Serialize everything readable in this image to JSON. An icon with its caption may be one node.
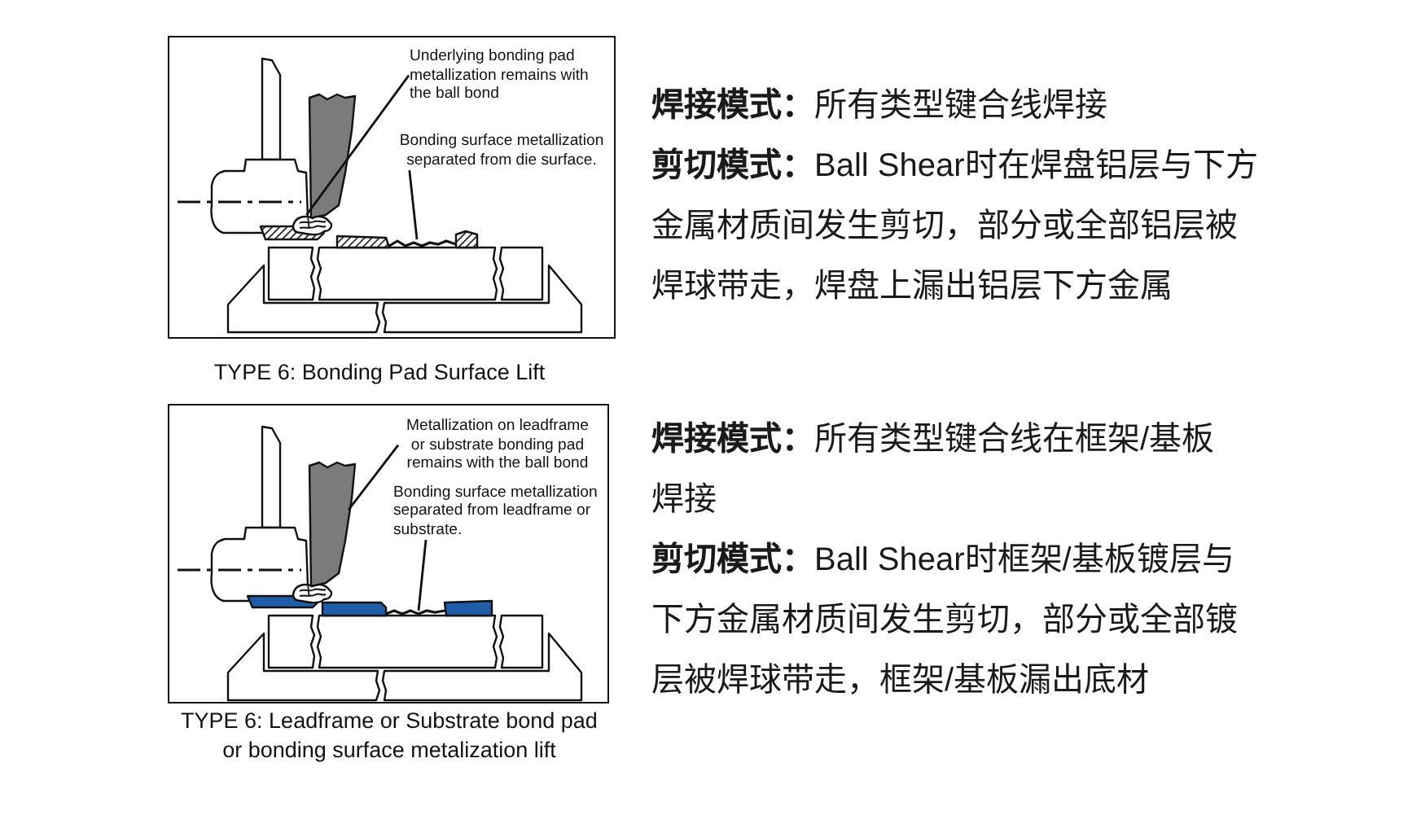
{
  "diagram": {
    "nodes": [
      {
        "text": [],
        "shape": "box",
        "beside": [
          "TYPE 6: Bonding Pad Surface Lift"
        ]
      },
      {
        "text": [
          "Underlying bonding pad metallization remains with the ball bond"
        ],
        "in": 0
      },
      {
        "text": [
          "Bonding surface metallization separated from die surface."
        ],
        "in": 0
      },
      {
        "text": [],
        "shape": "picture",
        "in": 0
      },
      {
        "text": [],
        "shape": "box",
        "in": 0
      },
      {
        "text": [],
        "shape": "box",
        "beside": [
          "TYPE 6: Leadframe or Substrate bond pad or bonding surface metalization lift"
        ]
      },
      {
        "text": [
          "Metallization on leadframe or substrate bonding pad remains with the ball bond"
        ],
        "in": 5
      },
      {
        "text": [
          "Bonding surface metallization separated from leadframe or substrate."
        ],
        "in": 5
      },
      {
        "text": [],
        "shape": "picture",
        "in": 5
      }
    ],
    "edges": [
      {
        "from": 1,
        "to": 4,
        "arrow": "none"
      },
      {
        "from": 2,
        "to": null,
        "arrow": "none"
      },
      {
        "from": 6,
        "to": 8,
        "arrow": "none"
      },
      {
        "from": 7,
        "to": null,
        "arrow": "none"
      }
    ],
    "labels": [
      "**焊接模式：**所有类型键合线焊接",
      "**剪切模式：**Ball Shear时在焊盘铝层与下方金属材质间发生剪切，部分或全部铝层被焊球带走，焊盘上漏出铝层下方金属",
      "**焊接模式：**所有类型键合线在框架/基板焊接",
      "**剪切模式：**Ball Shear时框架/基板镀层与下方金属材质间发生剪切，部分或全部镀层被焊球带走，框架/基板漏出底材"
    ]
  }
}
